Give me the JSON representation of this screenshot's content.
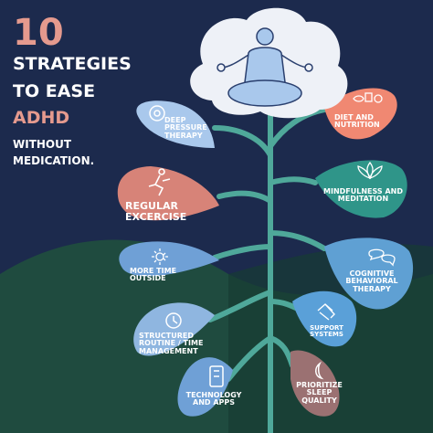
{
  "headline": {
    "number": "10",
    "line1": "STRATEGIES",
    "line2": "TO EASE",
    "line3": "ADHD",
    "line4": "WITHOUT",
    "line5": "MEDICATION."
  },
  "strategies": [
    {
      "label": "DEEP PRESSURE THERAPY",
      "icon": "target-icon"
    },
    {
      "label": "REGULAR EXCERCISE",
      "icon": "runner-icon"
    },
    {
      "label": "MORE TIME OUTSIDE",
      "icon": "sun-icon"
    },
    {
      "label": "STRUCTURED ROUTINE / TIME MANAGEMENT",
      "icon": "clock-icon"
    },
    {
      "label": "TECHNOLOGY AND APPS",
      "icon": "phone-icon"
    },
    {
      "label": "DIET AND NUTRITION",
      "icon": "food-icon"
    },
    {
      "label": "MINDFULNESS AND MEDITATION",
      "icon": "lotus-icon"
    },
    {
      "label": "COGNITIVE BEHAVIORAL THERAPY",
      "icon": "speech-bubbles-icon"
    },
    {
      "label": "SUPPORT SYSTEMS",
      "icon": "handshake-icon"
    },
    {
      "label": "PRIORITIZE SLEEP QUALITY",
      "icon": "moon-icon"
    }
  ],
  "colors": {
    "background": "#1c2a4d",
    "ground": "#1f4b3f",
    "accent_pink": "#e59a8e",
    "stem": "#4fa89a",
    "petal_blue": "#6fa0d6",
    "petal_light": "#a9c8ec",
    "petal_salmon": "#f08872",
    "petal_rose": "#d78378",
    "petal_teal": "#2f9589",
    "petal_mauve": "#9b7172"
  }
}
